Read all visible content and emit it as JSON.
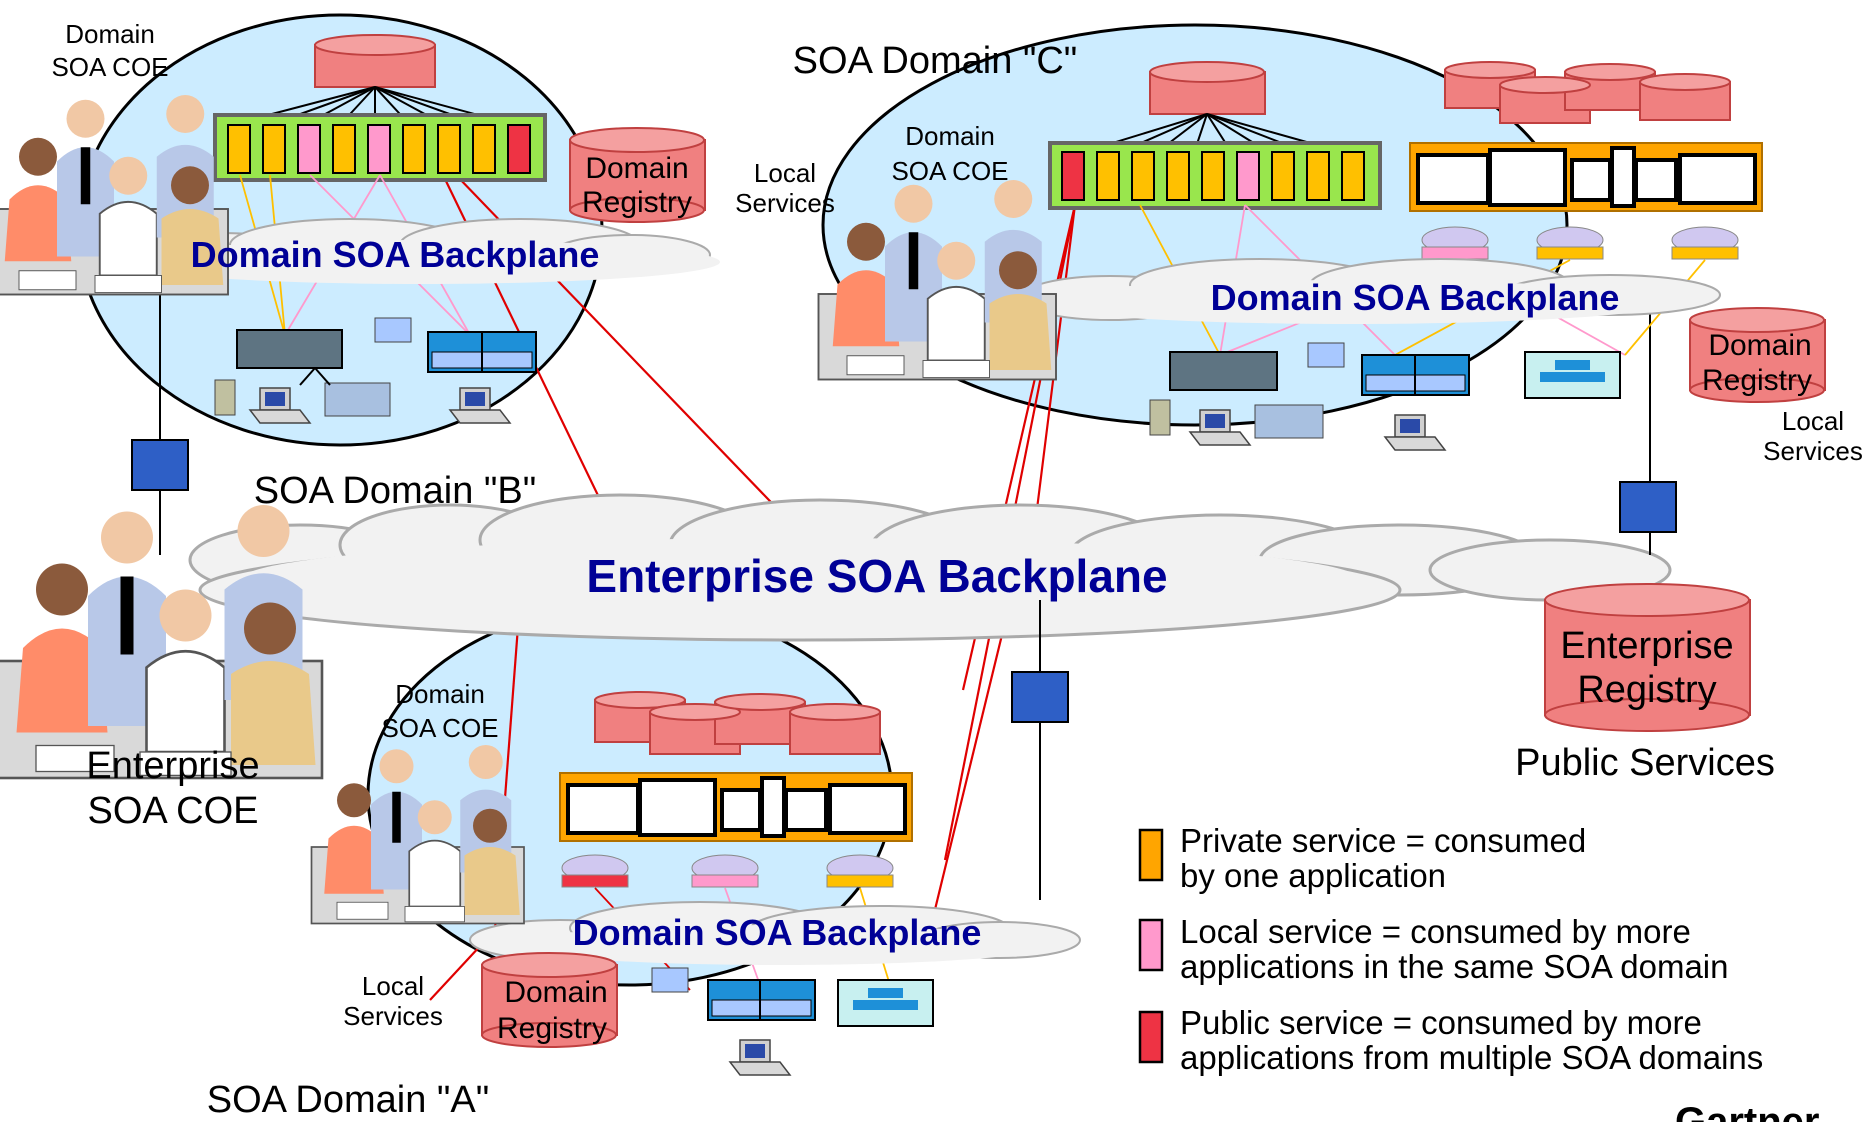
{
  "diagram": {
    "domain_b": {
      "title": "SOA Domain \"B\"",
      "coe_line1": "Domain",
      "coe_line2": "SOA COE",
      "registry_line1": "Domain",
      "registry_line2": "Registry",
      "local_line1": "Local",
      "local_line2": "Services",
      "backplane": "Domain SOA Backplane"
    },
    "domain_c": {
      "title": "SOA Domain \"C\"",
      "coe_line1": "Domain",
      "coe_line2": "SOA COE",
      "registry_line1": "Domain",
      "registry_line2": "Registry",
      "local_line1": "Local",
      "local_line2": "Services",
      "backplane": "Domain SOA Backplane"
    },
    "domain_a": {
      "title": "SOA Domain \"A\"",
      "coe_line1": "Domain",
      "coe_line2": "SOA COE",
      "registry_line1": "Domain",
      "registry_line2": "Registry",
      "local_line1": "Local",
      "local_line2": "Services",
      "backplane": "Domain SOA Backplane"
    },
    "enterprise": {
      "backplane": "Enterprise SOA Backplane",
      "registry_line1": "Enterprise",
      "registry_line2": "Registry",
      "public_services": "Public Services",
      "coe_line1": "Enterprise",
      "coe_line2": "SOA COE"
    },
    "legend": [
      {
        "line1": "Private service = consumed",
        "line2": "by one application",
        "color": "#FFA500"
      },
      {
        "line1": "Local service = consumed by more",
        "line2": "applications in the same SOA domain",
        "color": "#FF99CC"
      },
      {
        "line1": "Public service = consumed by more",
        "line2": "applications from multiple SOA domains",
        "color": "#EE3344"
      }
    ],
    "brand": "Gartner",
    "colors": {
      "domain_fill": "#CCECFF",
      "registry_fill": "#F08080",
      "connector_red": "#E00000",
      "connector_block": "#2E5FC6",
      "backplane_text": "#000096"
    }
  }
}
